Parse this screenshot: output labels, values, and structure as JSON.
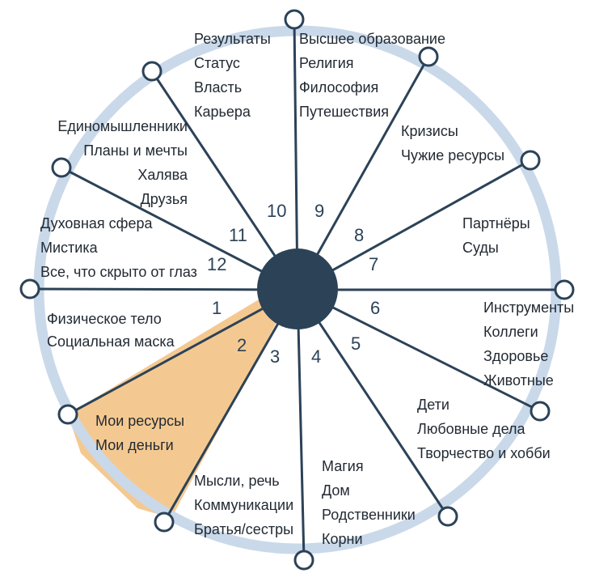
{
  "colors": {
    "ring": "#c9d9ea",
    "spoke": "#2c4257",
    "hub": "#2c4257",
    "node_fill": "#ffffff",
    "highlight": "#f2c07e"
  },
  "houses": [
    {
      "number": "1",
      "lines": [
        "Физическое тело",
        "Социальная маска"
      ]
    },
    {
      "number": "2",
      "lines": [
        "Мои ресурсы",
        "Мои деньги"
      ]
    },
    {
      "number": "3",
      "lines": [
        "Мысли, речь",
        "Коммуникации",
        "Братья/сестры"
      ]
    },
    {
      "number": "4",
      "lines": [
        "Магия",
        "Дом",
        "Родственники",
        "Корни"
      ]
    },
    {
      "number": "5",
      "lines": [
        "Дети",
        "Любовные дела",
        "Творчество и хобби"
      ]
    },
    {
      "number": "6",
      "lines": [
        "Инструменты",
        "Коллеги",
        "Здоровье",
        "Животные"
      ]
    },
    {
      "number": "7",
      "lines": [
        "Партнёры",
        "Суды"
      ]
    },
    {
      "number": "8",
      "lines": [
        "Кризисы",
        "Чужие ресурсы"
      ]
    },
    {
      "number": "9",
      "lines": [
        "Высшее образование",
        "Религия",
        "Философия",
        "Путешествия"
      ]
    },
    {
      "number": "10",
      "lines": [
        "Результаты",
        "Статус",
        "Власть",
        "Карьера"
      ]
    },
    {
      "number": "11",
      "lines": [
        "Единомышленники",
        "Планы и мечты",
        "Халява",
        "Друзья"
      ]
    },
    {
      "number": "12",
      "lines": [
        "Духовная сфера",
        "Мистика",
        "Все, что скрыто от глаз"
      ]
    }
  ]
}
